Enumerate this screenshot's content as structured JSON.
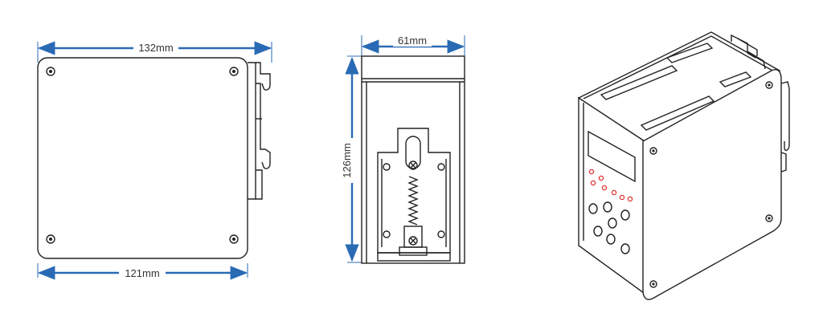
{
  "colors": {
    "dimension": "#2a6ab5",
    "outline": "#222222",
    "led": "#e03030",
    "text": "#333333"
  },
  "front_view": {
    "width_top": "132mm",
    "width_bottom": "121mm"
  },
  "side_view": {
    "depth": "61mm",
    "height": "126mm"
  },
  "iso_view": {
    "led_count": 7,
    "button_count": 7
  }
}
